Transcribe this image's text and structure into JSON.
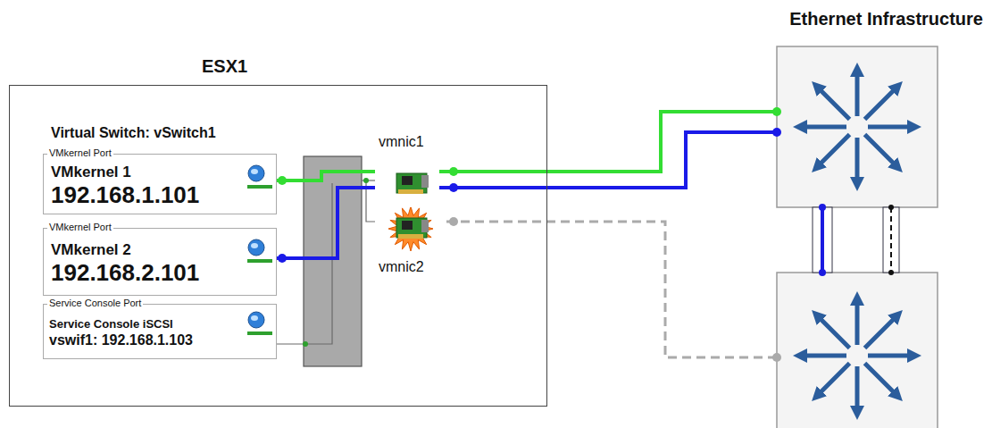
{
  "diagram": {
    "title": "Ethernet Infrastructure",
    "nodes": [
      {
        "text": [
          "ESX1",
          "Virtual Switch: vSwitch1"
        ]
      },
      {
        "text": [
          "VMkernel Port",
          "VMkernel 1",
          "192.168.1.101"
        ],
        "in": 0
      },
      {
        "text": [
          "VMkernel Port",
          "VMkernel 2",
          "192.168.2.101"
        ],
        "in": 0
      },
      {
        "text": [
          "Service Console Port",
          "Service Console iSCSI",
          "vswif1: 192.168.1.103"
        ],
        "in": 0
      },
      {
        "text": [
          "vmnic1"
        ],
        "in": 0
      },
      {
        "text": [
          "vmnic2"
        ],
        "in": 0
      }
    ],
    "edges": [
      {
        "from": 1,
        "to": 4,
        "arrow": "none"
      },
      {
        "from": 2,
        "to": 4,
        "arrow": "none"
      }
    ]
  }
}
